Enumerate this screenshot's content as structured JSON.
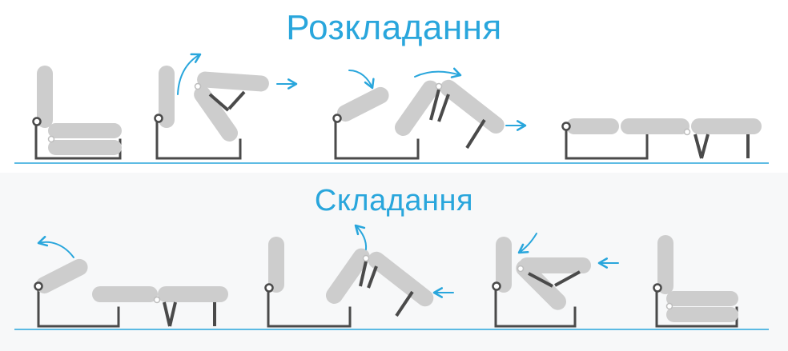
{
  "titles": {
    "unfolding": "Розкладання",
    "folding": "Складання"
  },
  "colors": {
    "accent": "#29a6dc",
    "cushion": "#cdcdcd",
    "frame": "#4a4a4a"
  },
  "stages": {
    "unfolding": [
      "sofa-folded",
      "backrest-lifted",
      "backrest-rotated",
      "bed-unfolded"
    ],
    "folding": [
      "seat-lifted",
      "bed-reversing",
      "backrest-returning",
      "sofa-folded"
    ]
  }
}
